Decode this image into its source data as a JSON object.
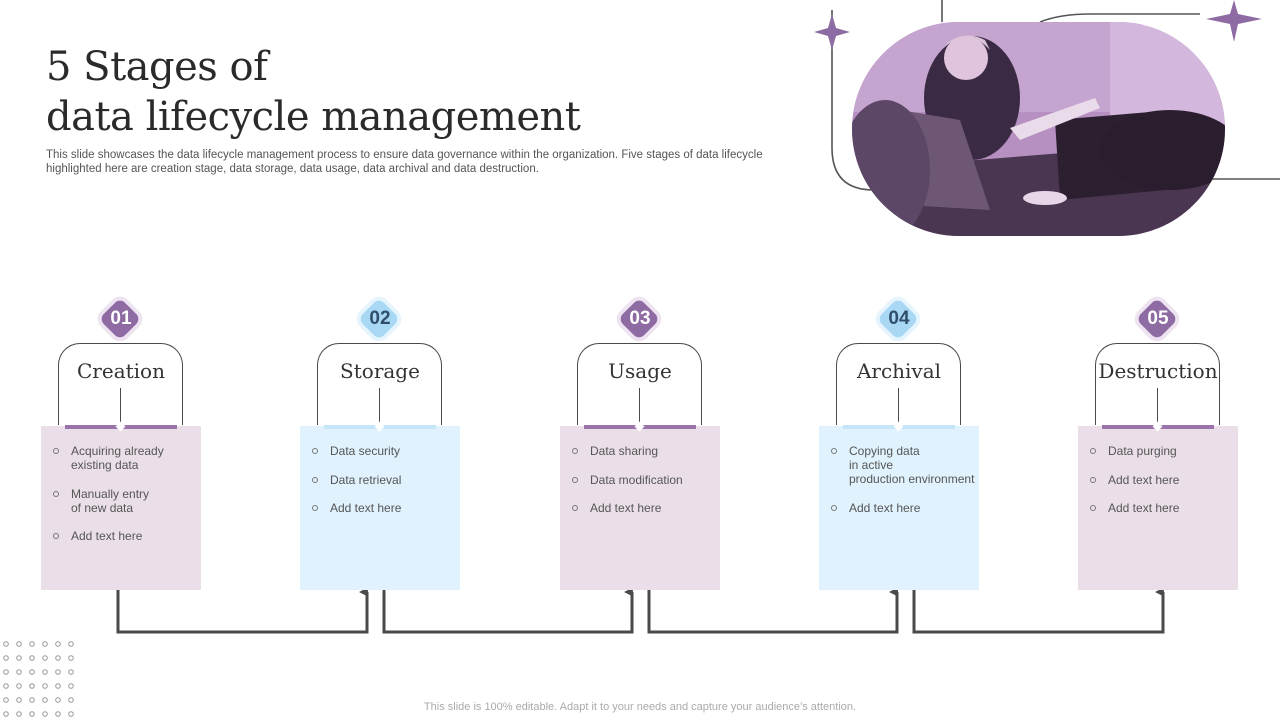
{
  "title_lines": [
    "5 Stages of",
    "data lifecycle management"
  ],
  "subtitle": "This slide showcases the data lifecycle management process to ensure data governance within the organization. Five stages of data lifecycle highlighted here are creation stage, data storage, data usage, data archival and data destruction.",
  "footer": "This slide is 100% editable. Adapt it to your needs and capture your audience’s attention.",
  "colors": {
    "accent_purple": "#8e6ba3",
    "card_purple": "#eadfe9",
    "accent_blue": "#a9d8f4",
    "card_blue": "#dff2fd",
    "line": "#4a4a4a"
  },
  "stages": [
    {
      "num": "01",
      "name": "Creation",
      "theme": "purple",
      "items": [
        "Acquiring already\nexisting data",
        "Manually entry\nof new data",
        "Add text here"
      ]
    },
    {
      "num": "02",
      "name": "Storage",
      "theme": "blue",
      "items": [
        "Data security",
        "Data retrieval",
        "Add text here"
      ]
    },
    {
      "num": "03",
      "name": "Usage",
      "theme": "purple",
      "items": [
        "Data sharing",
        "Data modification",
        "Add text here"
      ]
    },
    {
      "num": "04",
      "name": "Archival",
      "theme": "blue",
      "items": [
        "Copying data\nin active\nproduction environment",
        "Add text here"
      ]
    },
    {
      "num": "05",
      "name": "Destruction",
      "theme": "purple",
      "items": [
        "Data purging",
        "Add text here",
        "Add text here"
      ]
    }
  ]
}
